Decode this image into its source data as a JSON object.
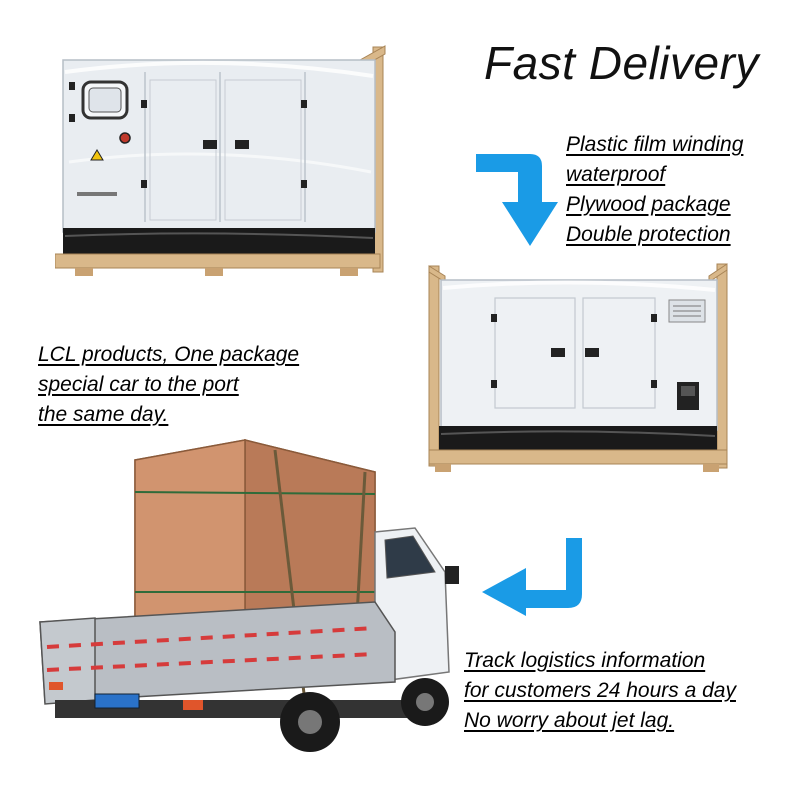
{
  "title": "Fast Delivery",
  "packaging_caption": {
    "lines": [
      "Plastic film winding",
      "waterproof",
      "Plywood package",
      "Double protection"
    ]
  },
  "shipping_caption": {
    "lines": [
      "LCL products, One package",
      "special car to the port",
      "the same day."
    ]
  },
  "tracking_caption": {
    "lines": [
      "Track logistics information",
      "for customers 24 hours a day",
      "No worry about jet lag."
    ]
  },
  "colors": {
    "arrow": "#1a9be6",
    "wood": "#d9b88a",
    "crate": "#c98a66",
    "generator": "#e8ecf0",
    "base": "#1a1a1a"
  },
  "icons": [
    "arrow-down-icon",
    "arrow-left-icon"
  ]
}
